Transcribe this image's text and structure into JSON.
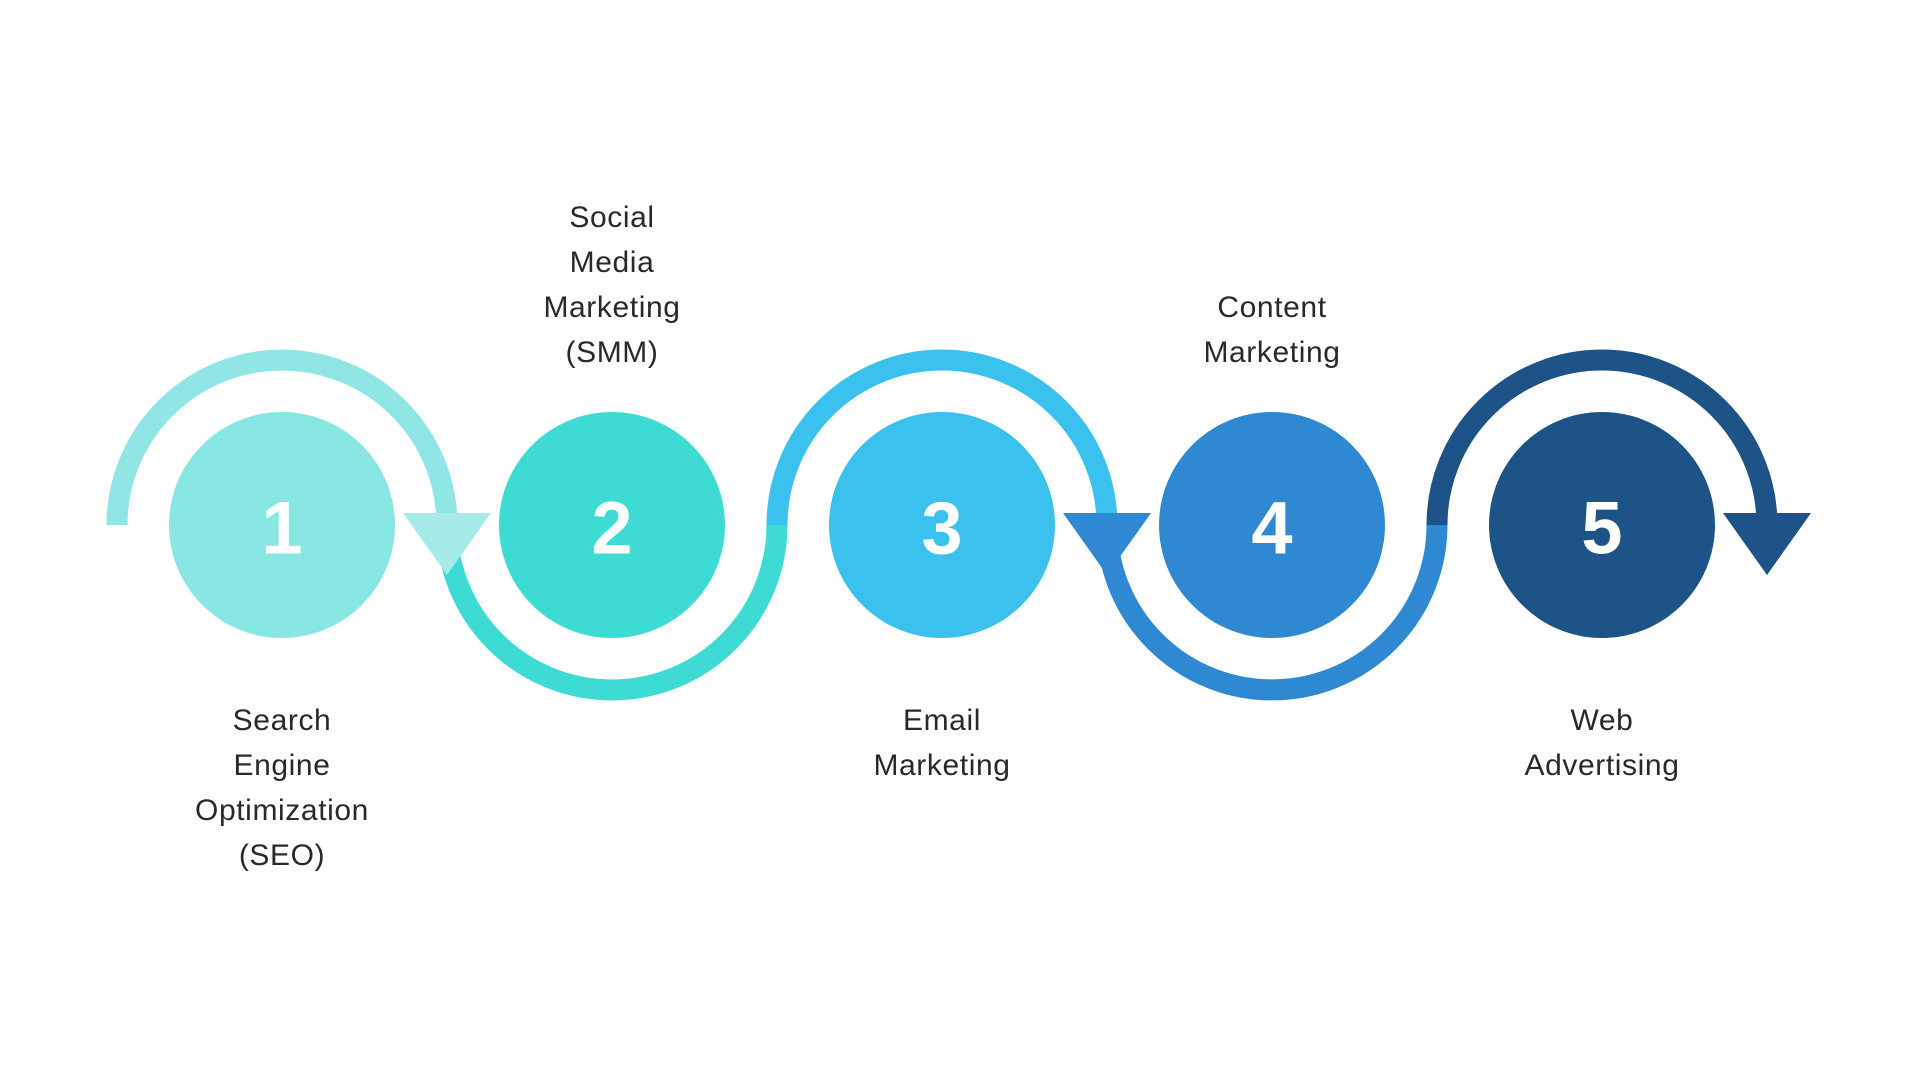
{
  "diagram": {
    "type": "process-flow",
    "background": "#ffffff",
    "text_color": "#2B2829",
    "number_color": "#ffffff",
    "steps": [
      {
        "number": "1",
        "label": "Search Engine Optimization (SEO)",
        "label_lines": [
          "Search",
          "Engine",
          "Optimization",
          "(SEO)"
        ],
        "label_position": "below",
        "circle_color": "#88E6E3",
        "arc_color": "#8FE6E4",
        "arc": "over"
      },
      {
        "number": "2",
        "label": "Social Media Marketing (SMM)",
        "label_lines": [
          "Social",
          "Media",
          "Marketing",
          "(SMM)"
        ],
        "label_position": "above",
        "circle_color": "#3EDBD5",
        "arc_color": "#3EDBD5",
        "arc": "under"
      },
      {
        "number": "3",
        "label": "Email Marketing",
        "label_lines": [
          "Email",
          "Marketing"
        ],
        "label_position": "below",
        "circle_color": "#3AC1ED",
        "arc_color": "#3AC1ED",
        "arc": "over"
      },
      {
        "number": "4",
        "label": "Content Marketing",
        "label_lines": [
          "Content",
          "Marketing"
        ],
        "label_position": "above",
        "circle_color": "#2E89D2",
        "arc_color": "#2E89D2",
        "arc": "under"
      },
      {
        "number": "5",
        "label": "Web Advertising",
        "label_lines": [
          "Web",
          "Advertising"
        ],
        "label_position": "below",
        "circle_color": "#1D5386",
        "arc_color": "#1D5386",
        "arc": "over"
      }
    ],
    "arrows": [
      {
        "after_step": "1",
        "color": "#A6EBE9",
        "direction": "down"
      },
      {
        "after_step": "3",
        "color": "#2E89D2",
        "direction": "down"
      },
      {
        "after_step": "5",
        "color": "#1D5386",
        "direction": "down"
      }
    ]
  }
}
